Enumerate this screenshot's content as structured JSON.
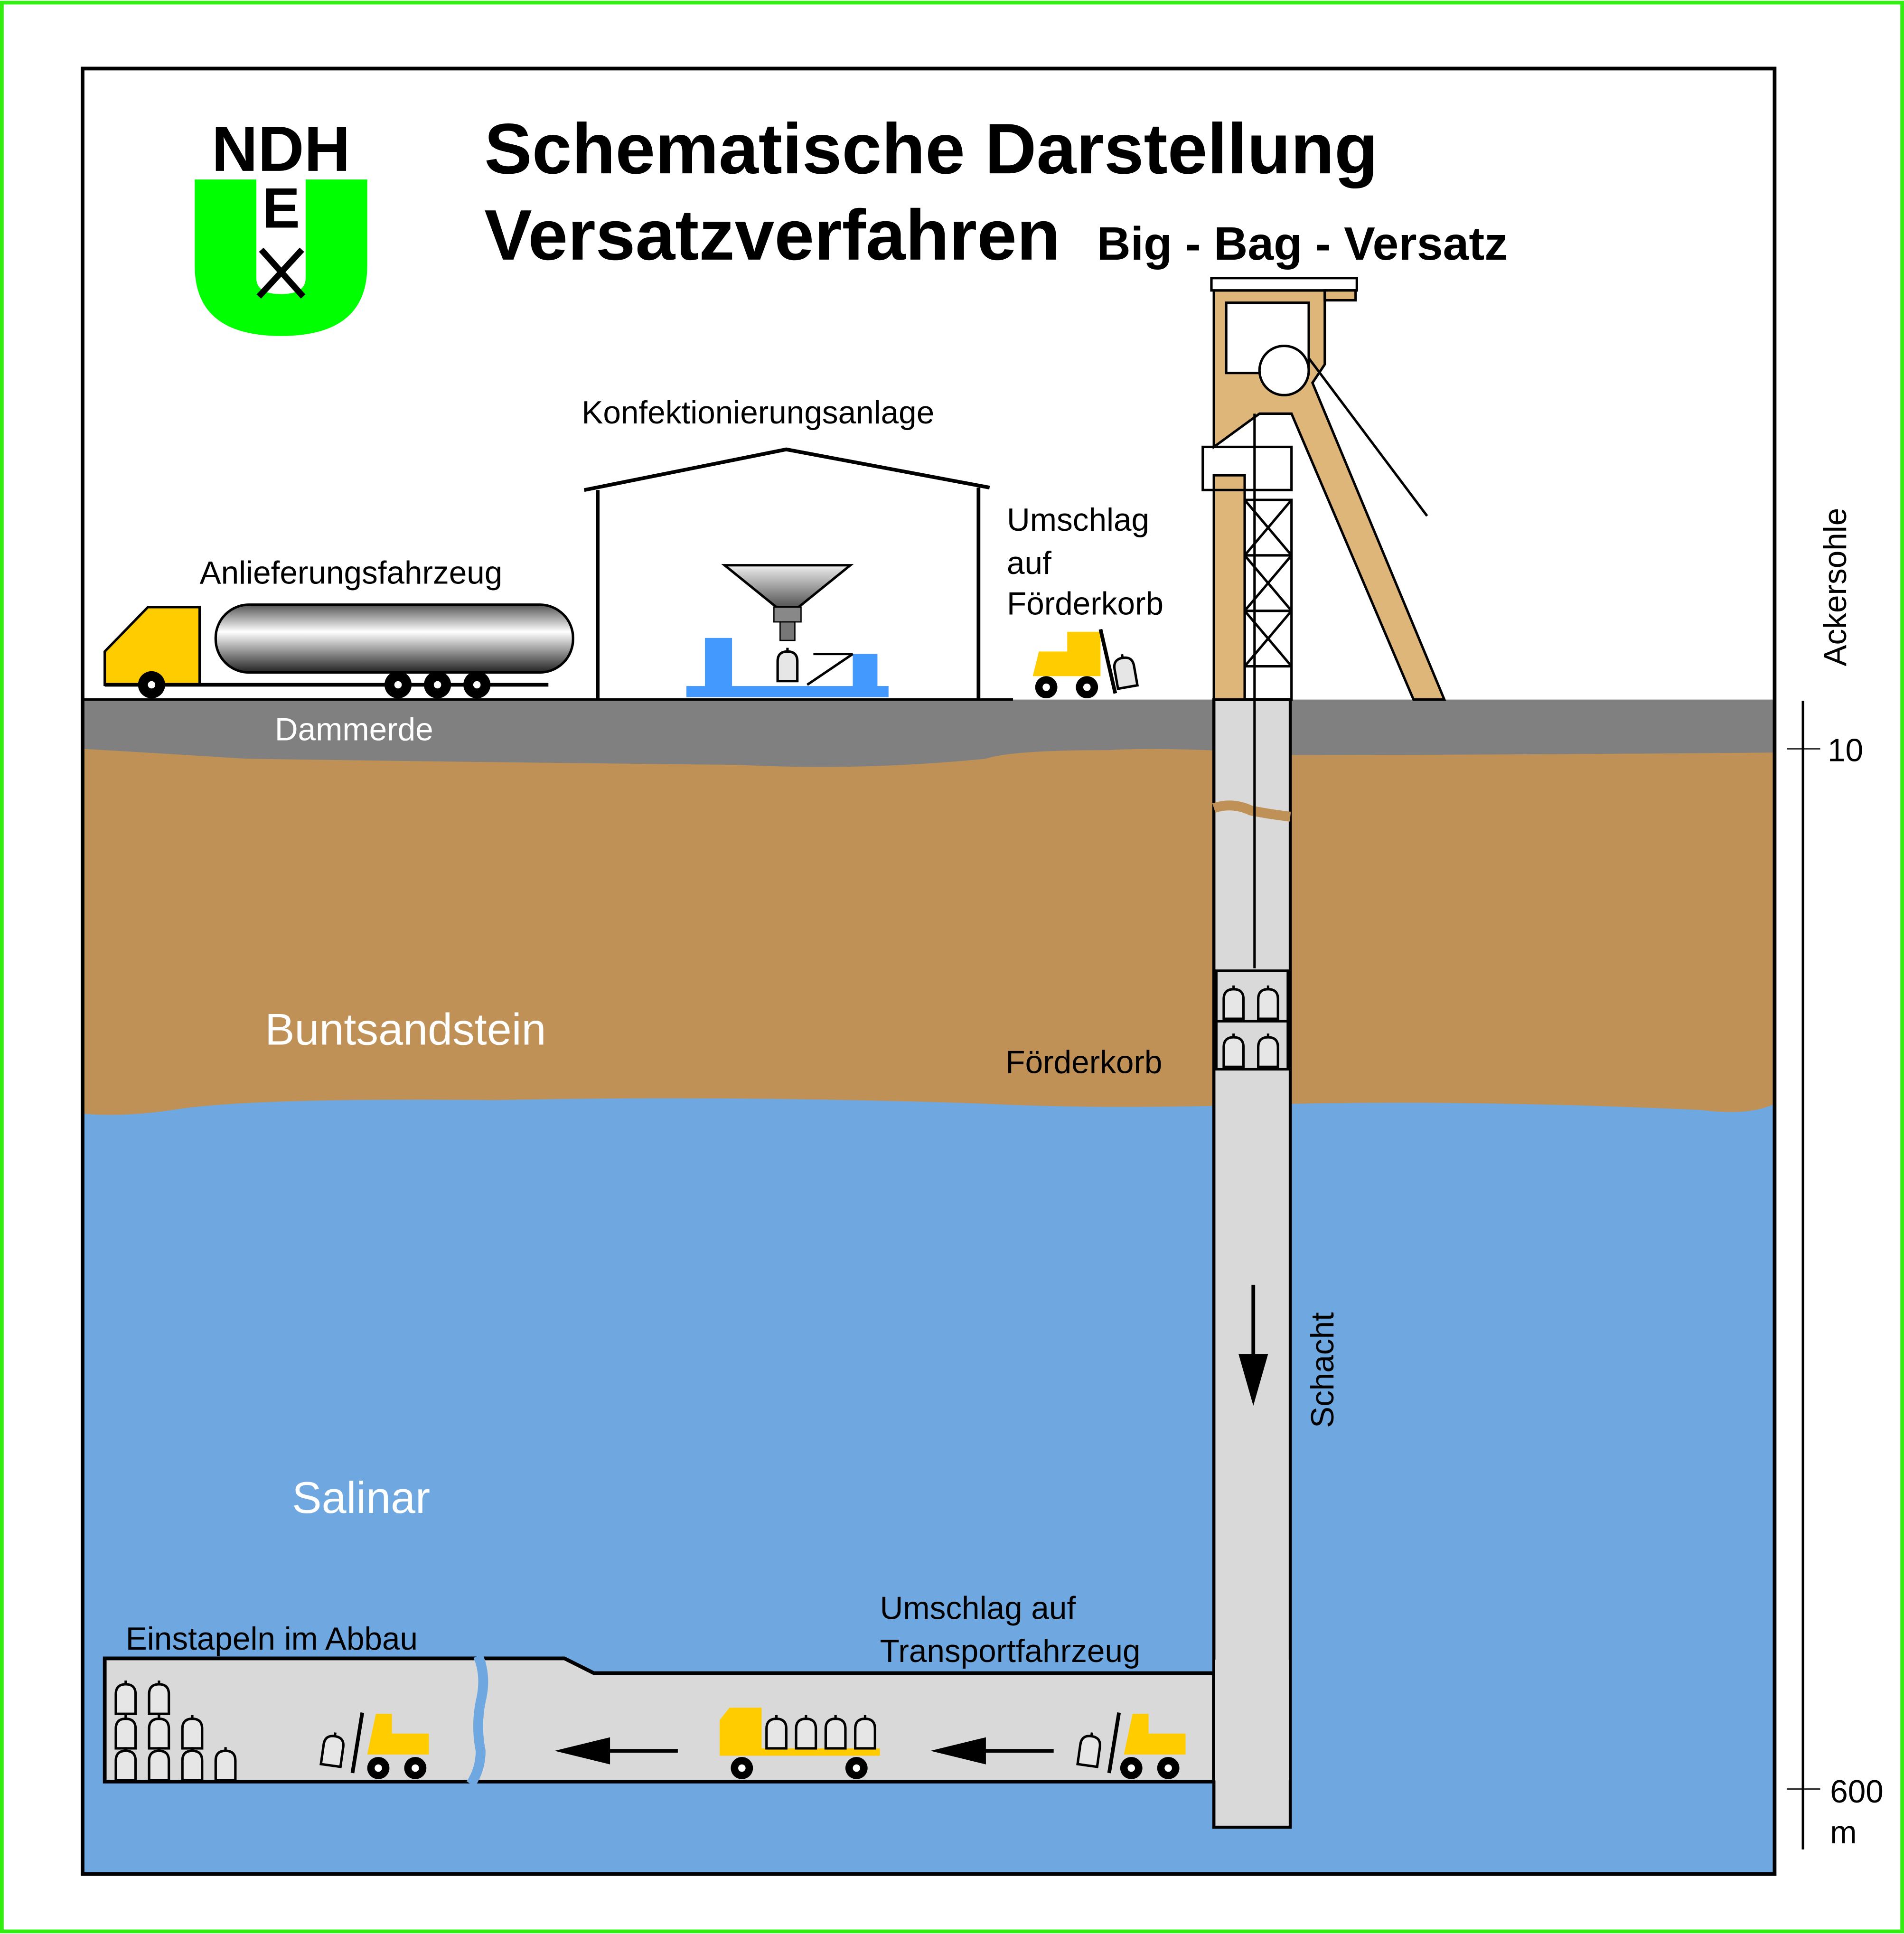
{
  "logo": {
    "top": "NDH",
    "middle": "E"
  },
  "title": {
    "line1": "Schematische Darstellung",
    "line2": "Versatzverfahren",
    "subtitle": "Big - Bag - Versatz"
  },
  "labels": {
    "plant": "Konfektionierungsanlage",
    "delivery": "Anlieferungsfahrzeug",
    "transfer_cage": [
      "Umschlag",
      "auf",
      "Förderkorb"
    ],
    "topsoil": "Dammerde",
    "sandstone": "Buntsandstein",
    "cage": "Förderkorb",
    "shaft": "Schacht",
    "salinar": "Salinar",
    "stacking": "Einstapeln im Abbau",
    "transfer_vehicle": [
      "Umschlag auf",
      "Transportfahrzeug"
    ]
  },
  "scale": {
    "title": "Ackersohle",
    "top_value": "10",
    "bottom_value": "600",
    "unit": "m"
  },
  "colors": {
    "border": "#33ee11",
    "logo_green": "#00ff00",
    "topsoil": "#808080",
    "sandstone": "#bf9157",
    "salinar": "#6fa8e0",
    "shaft": "#d9d9d9",
    "headframe": "#deb67a",
    "vehicle": "#ffcc00",
    "machine": "#4499ff"
  }
}
